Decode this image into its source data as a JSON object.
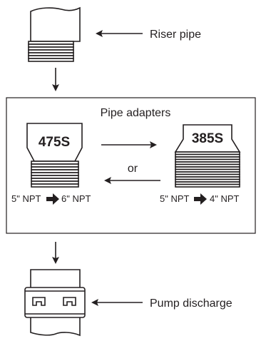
{
  "labels": {
    "riser_pipe": "Riser pipe",
    "pipe_adapters": "Pipe adapters",
    "adapter_left_model": "475S",
    "adapter_right_model": "385S",
    "or": "or",
    "left_from": "5\" NPT",
    "left_to": "6\" NPT",
    "right_from": "5\" NPT",
    "right_to": "4\" NPT",
    "pump_discharge": "Pump discharge"
  },
  "colors": {
    "stroke": "#231f20",
    "background": "#ffffff"
  },
  "icons": {
    "conversion_arrow": "right-arrow-icon"
  }
}
